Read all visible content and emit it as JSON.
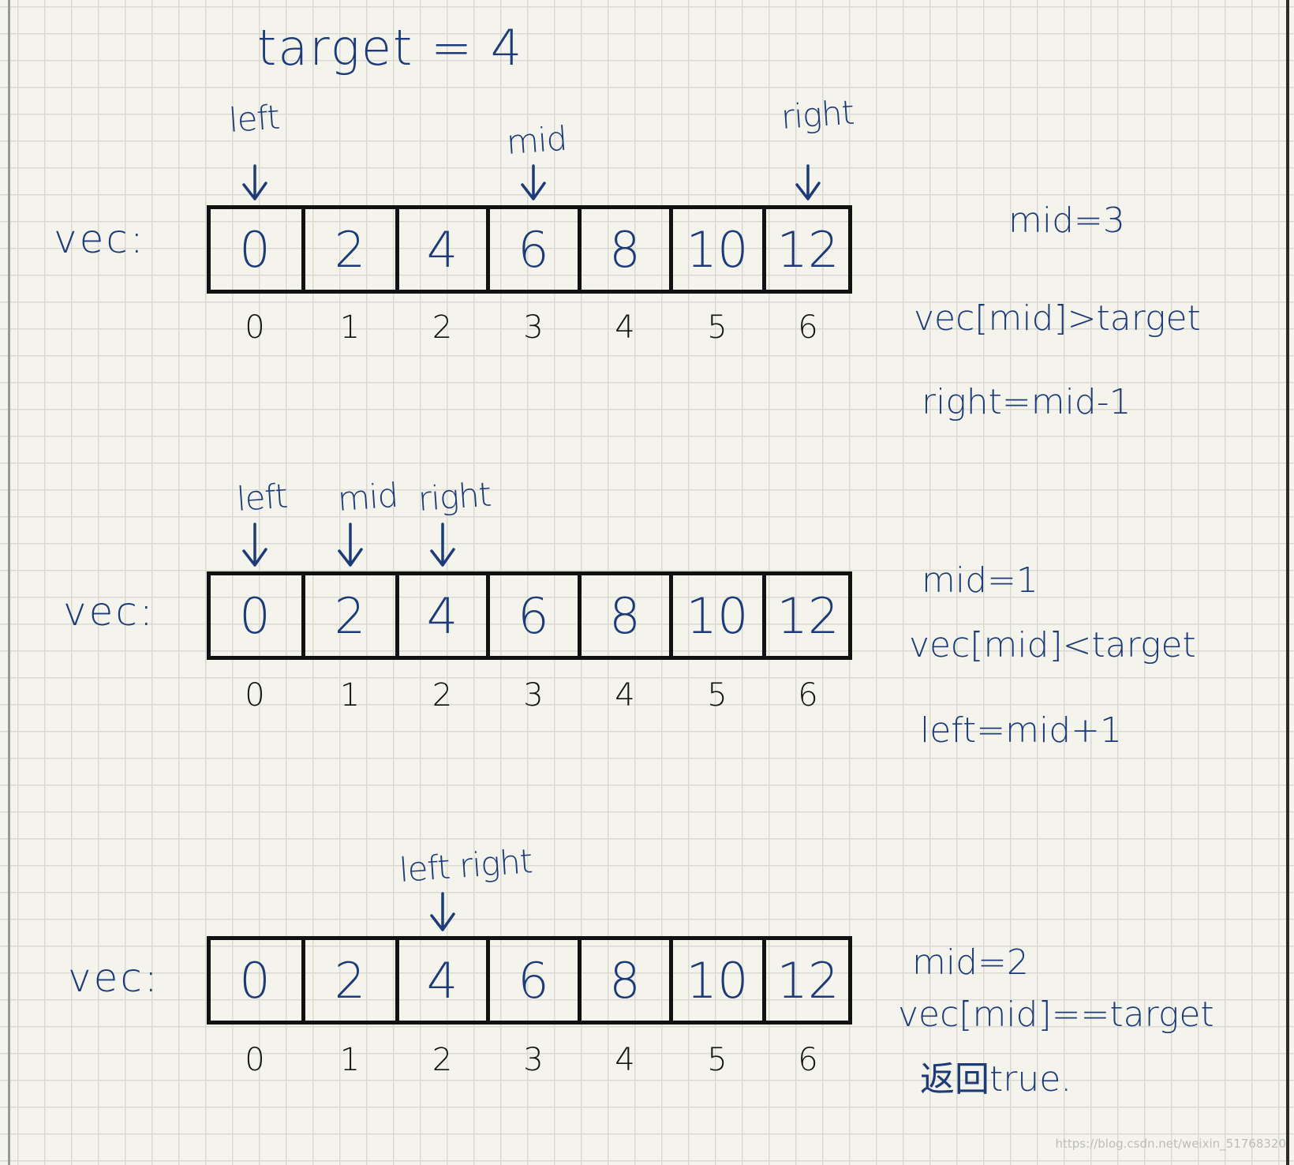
{
  "title": "target = 4",
  "arrays": [
    {
      "label": "vec:",
      "values": [
        "0",
        "2",
        "4",
        "6",
        "8",
        "10",
        "12"
      ],
      "indices": [
        "0",
        "1",
        "2",
        "3",
        "4",
        "5",
        "6"
      ],
      "pointers": [
        {
          "label": "left",
          "index": 0
        },
        {
          "label": "mid",
          "index": 3
        },
        {
          "label": "right",
          "index": 6
        }
      ],
      "notes": [
        "mid=3",
        "vec[mid]>target",
        "right=mid-1"
      ]
    },
    {
      "label": "vec:",
      "values": [
        "0",
        "2",
        "4",
        "6",
        "8",
        "10",
        "12"
      ],
      "indices": [
        "0",
        "1",
        "2",
        "3",
        "4",
        "5",
        "6"
      ],
      "pointers": [
        {
          "label": "left",
          "index": 0
        },
        {
          "label": "mid",
          "index": 1
        },
        {
          "label": "right",
          "index": 2
        }
      ],
      "notes": [
        "mid=1",
        "vec[mid]<target",
        "left=mid+1"
      ]
    },
    {
      "label": "vec:",
      "values": [
        "0",
        "2",
        "4",
        "6",
        "8",
        "10",
        "12"
      ],
      "indices": [
        "0",
        "1",
        "2",
        "3",
        "4",
        "5",
        "6"
      ],
      "pointers": [
        {
          "label": "left right",
          "index": 2
        }
      ],
      "notes": [
        "mid=2",
        "vec[mid]==target",
        "返回true."
      ]
    }
  ],
  "watermark": "https://blog.csdn.net/weixin_51768320"
}
